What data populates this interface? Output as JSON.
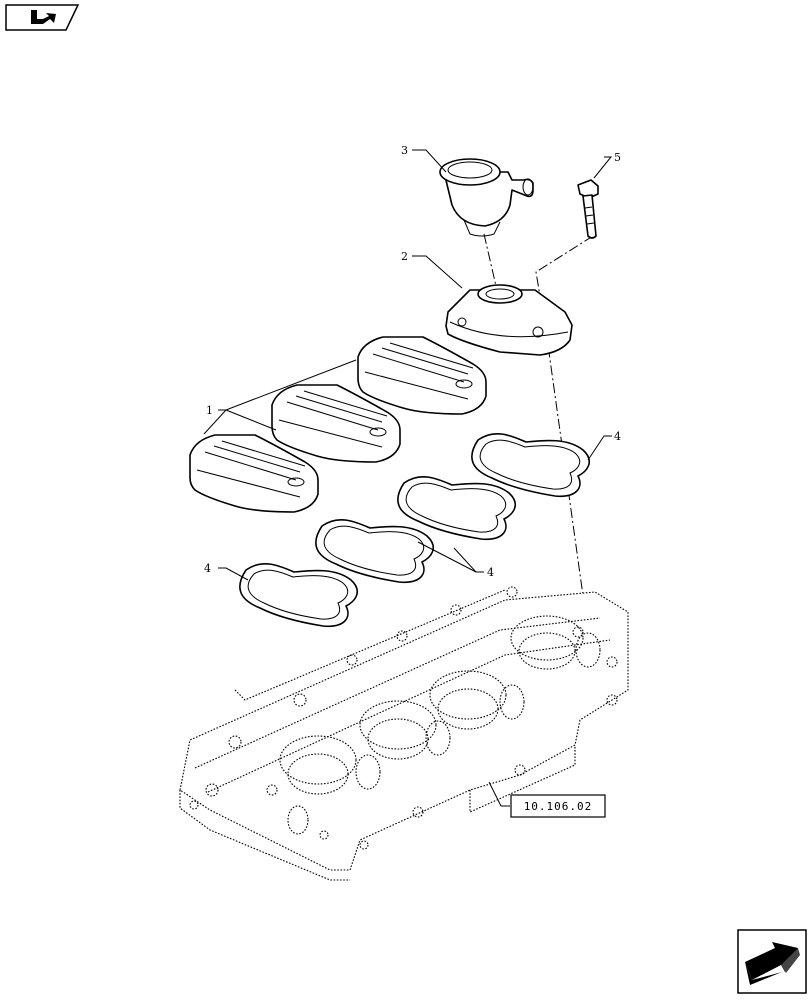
{
  "diagram": {
    "callouts": {
      "cover": "1",
      "housing": "2",
      "breather": "3",
      "gasket_right": "4",
      "gaskets_middle": "4",
      "gasket_left": "4",
      "bolt": "5"
    },
    "reference": "10.106.02",
    "icons": {
      "top_left": "book-arrow-icon",
      "bottom_right": "next-page-arrow-icon"
    }
  }
}
